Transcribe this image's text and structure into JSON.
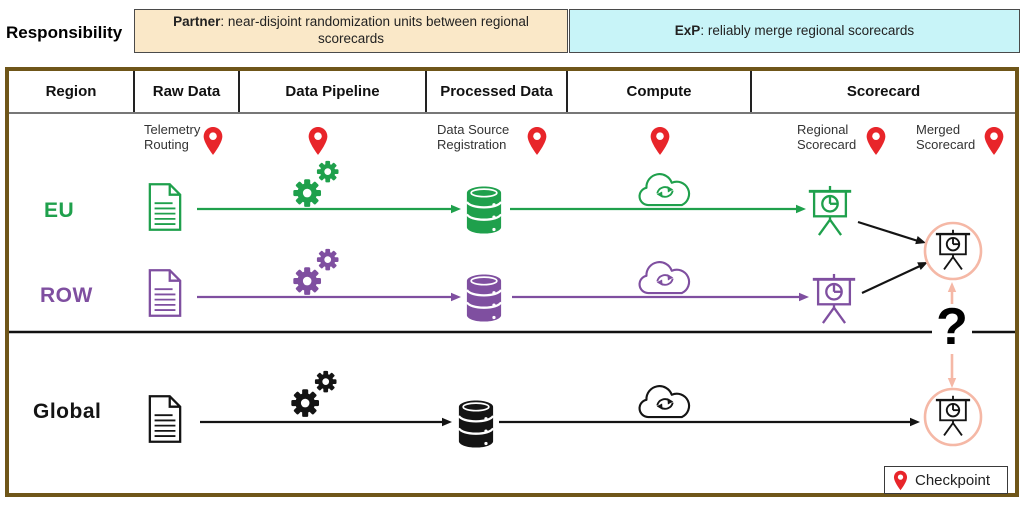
{
  "responsibility": {
    "label": "Responsibility",
    "partner_prefix": "Partner",
    "partner_text": ": near-disjoint randomization units between regional scorecards",
    "exp_prefix": "ExP",
    "exp_text": ": reliably merge regional scorecards"
  },
  "table": {
    "headers": [
      "Region",
      "Raw Data",
      "Data Pipeline",
      "Processed Data",
      "Compute",
      "Scorecard"
    ]
  },
  "checkpoints": {
    "telemetry_routing": "Telemetry\nRouting",
    "data_source_registration": "Data Source\nRegistration",
    "regional_scorecard": "Regional\nScorecard",
    "merged_scorecard": "Merged\nScorecard"
  },
  "rows": [
    {
      "label": "EU",
      "color": "#1FA04C"
    },
    {
      "label": "ROW",
      "color": "#7F4FA0"
    },
    {
      "label": "Global",
      "color": "#141414"
    }
  ],
  "merge_question": "?",
  "legend": {
    "label": "Checkpoint"
  },
  "icon_names": [
    "document-icon",
    "gears-icon",
    "database-icon",
    "cloud-sync-icon",
    "scorecard-board-icon",
    "checkpoint-pin-icon"
  ],
  "colors": {
    "eu_green": "#1FA04C",
    "row_purple": "#7F4FA0",
    "global_black": "#141414",
    "checkpoint_red": "#E8252A",
    "merge_pink": "#F5B8A6",
    "frame_brown": "#6F5619",
    "partner_bg": "#FAE8C8",
    "exp_bg": "#C8F4F8"
  }
}
